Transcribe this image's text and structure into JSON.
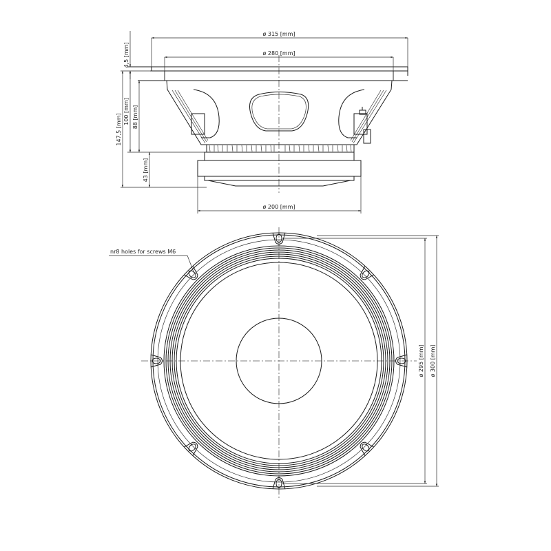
{
  "side_view": {
    "dimensions": {
      "flange_diameter": "ø 315  [mm]",
      "basket_diameter": "ø 280  [mm]",
      "magnet_diameter": "ø 200  [mm]",
      "flange_thickness": "4,5  [mm]",
      "total_depth": "147,5  [mm]",
      "basket_depth_outer": "100  [mm]",
      "basket_depth_inner": "88  [mm]",
      "magnet_height": "43  [mm]"
    }
  },
  "front_view": {
    "callout": "nr8  holes  for  screws  M6",
    "dimensions": {
      "outer_diameter": "ø 300  [mm]",
      "bolt_circle_diameter": "ø 295  [mm]"
    },
    "mounting_holes": 8
  },
  "colors": {
    "line": "#1a1a1a",
    "centerline": "#555555",
    "background": "#ffffff"
  }
}
